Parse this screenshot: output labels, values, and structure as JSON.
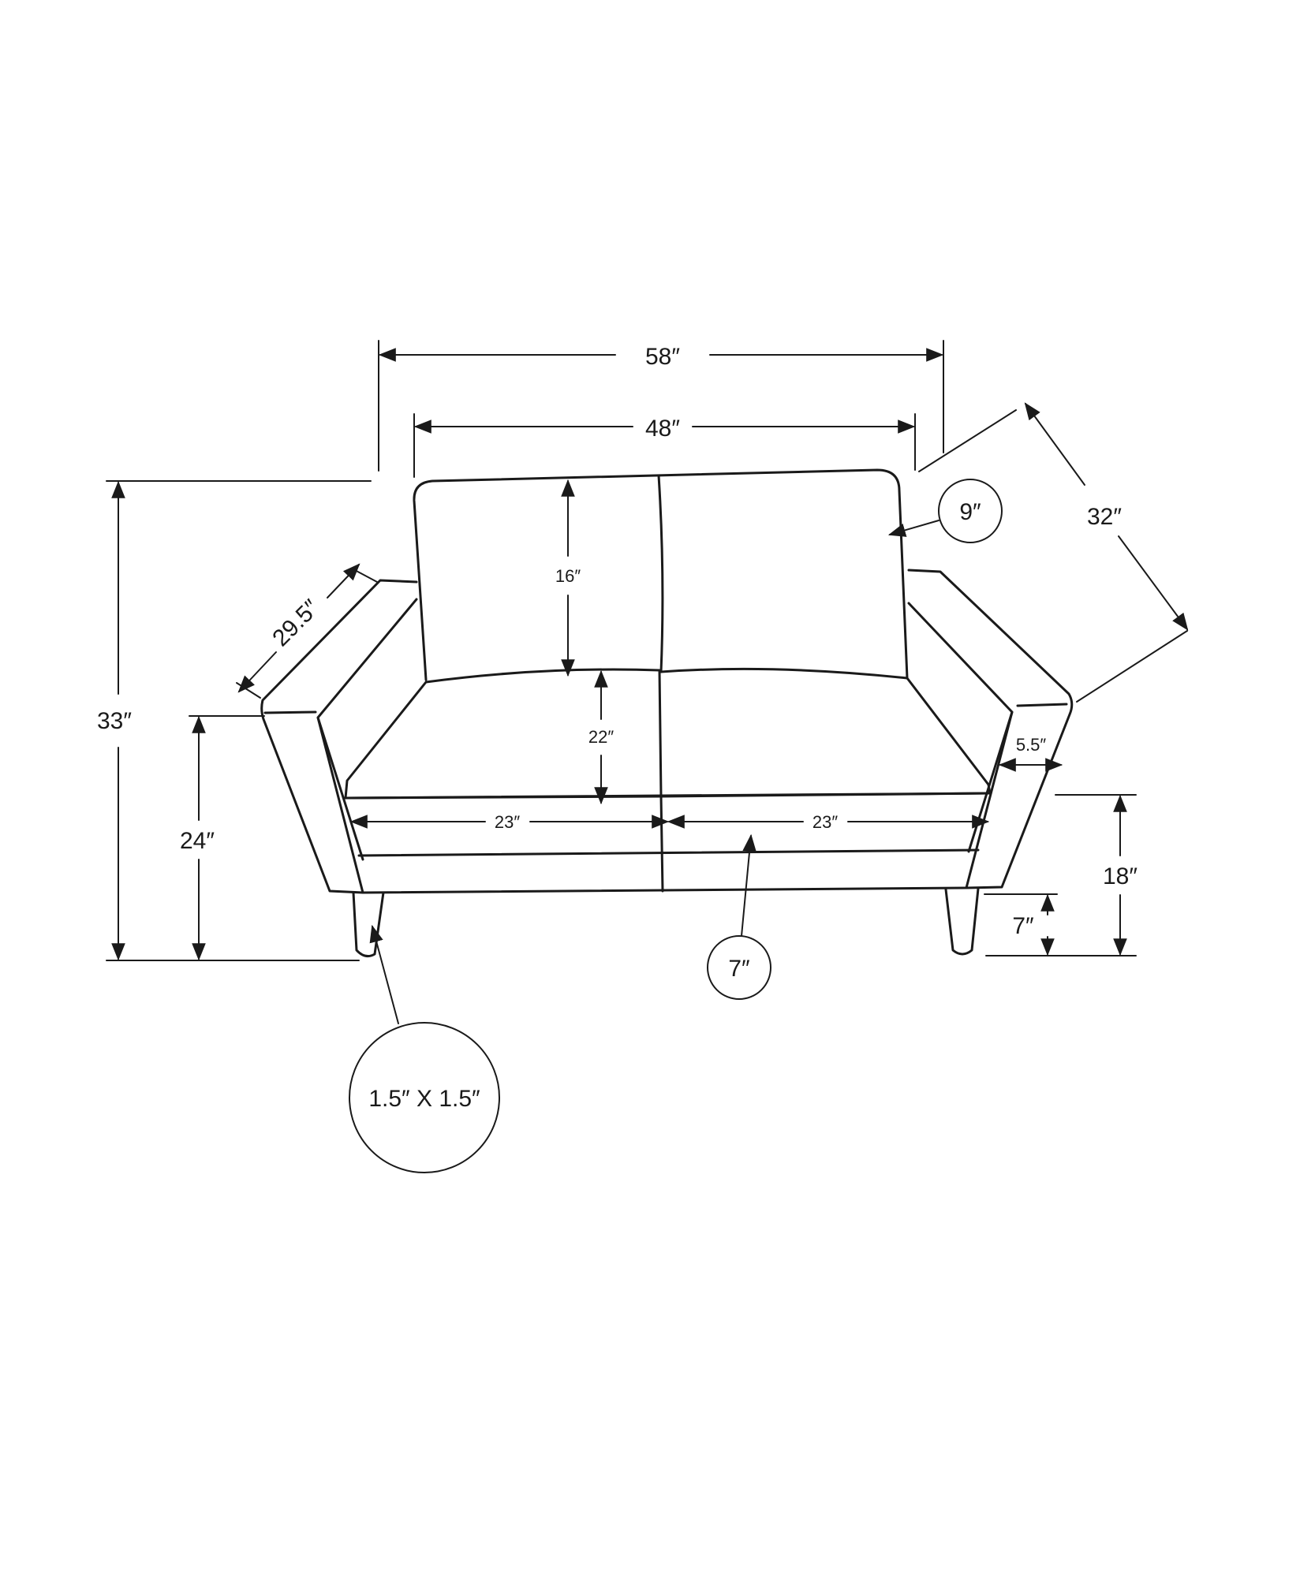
{
  "dimensions": {
    "overall_width": "58″",
    "back_width": "48″",
    "overall_depth": "32″",
    "back_thickness": "9″",
    "arm_depth": "29.5″",
    "overall_height": "33″",
    "arm_height": "24″",
    "back_cushion_height": "16″",
    "seat_depth": "22″",
    "seat_width_left": "23″",
    "seat_width_right": "23″",
    "arm_width": "5.5″",
    "seat_height": "18″",
    "leg_height": "7″",
    "cushion_thickness": "7″",
    "leg_size": "1.5″ X 1.5″"
  }
}
